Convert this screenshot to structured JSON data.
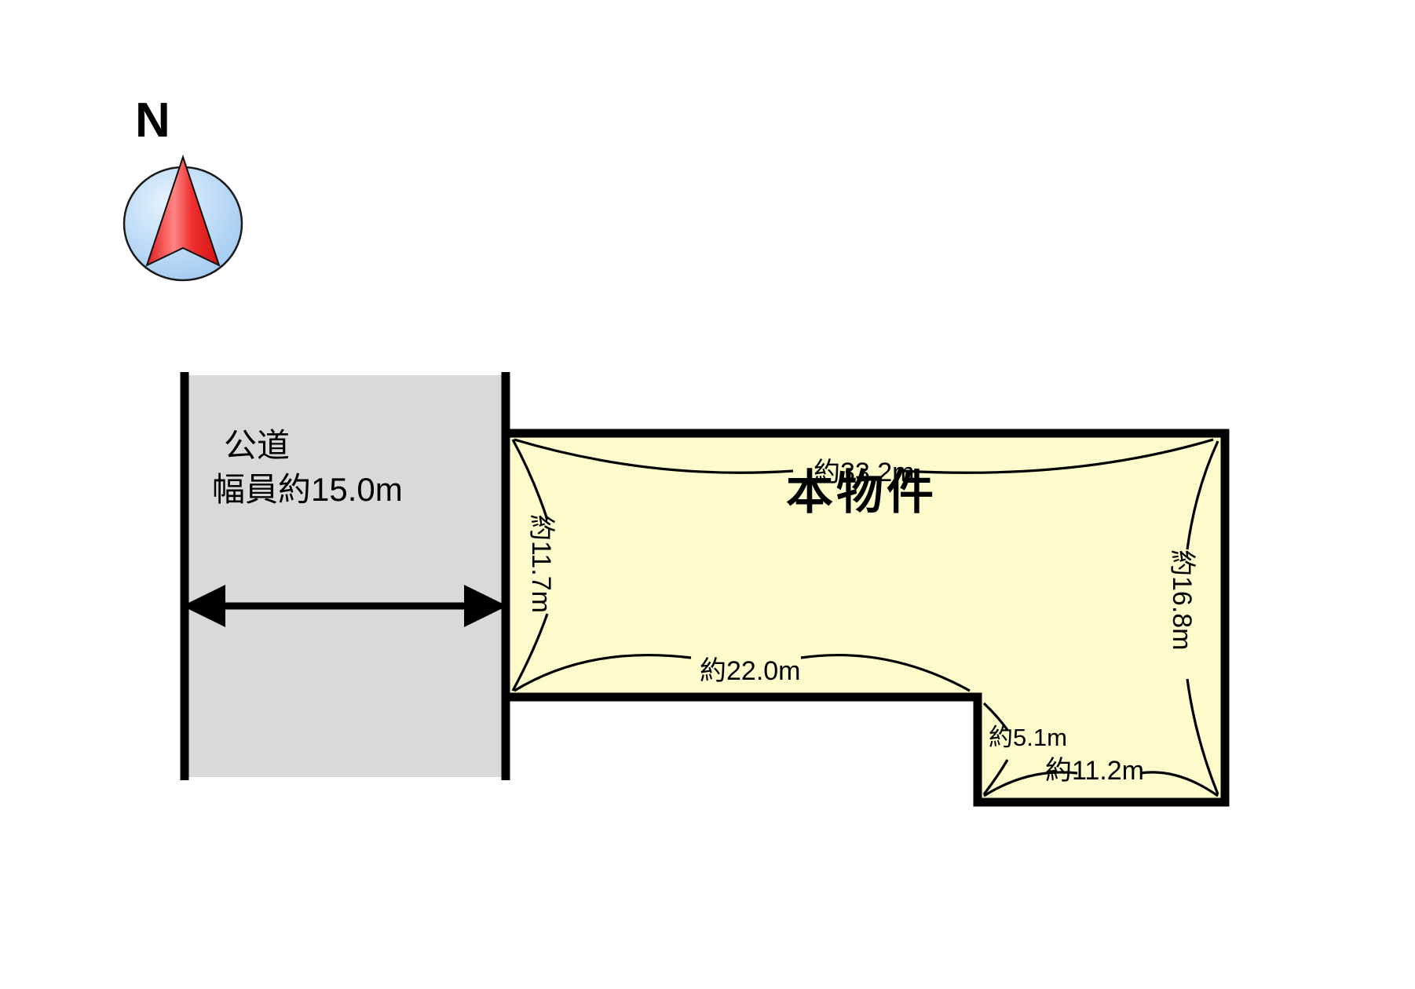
{
  "diagram": {
    "type": "property-plot-map",
    "background_color": "#ffffff"
  },
  "compass": {
    "label": "N",
    "icon": "compass-north-arrow",
    "circle_color_light": "#d7e9fb",
    "circle_color_mid": "#a9cef3",
    "arrow_color": "#ee2222",
    "arrow_highlight": "#ff6a6a"
  },
  "road": {
    "name": "公道",
    "width_label": "幅員約15.0m",
    "fill_color": "#d9d9d9",
    "stroke_color": "#000000",
    "dimension_arrow": "double-headed-horizontal-arrow"
  },
  "parcel": {
    "label": "本物件",
    "fill_color": "#fdfbcb",
    "stroke_color": "#000000",
    "dimensions": {
      "north": "約33.2m",
      "west": "約11.7m",
      "east": "約16.8m",
      "south_upper": "約22.0m",
      "notch_vertical": "約5.1m",
      "south_lower": "約11.2m"
    }
  }
}
